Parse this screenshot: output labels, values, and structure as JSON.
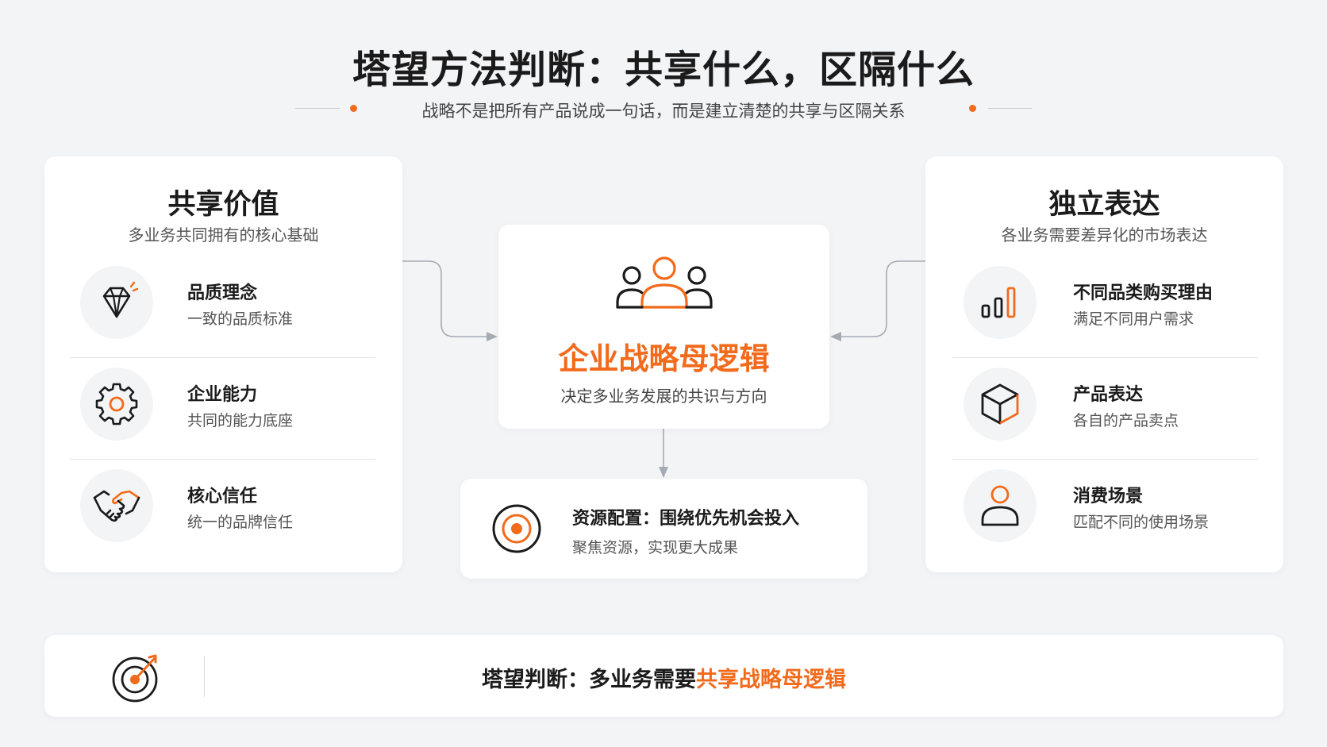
{
  "header": {
    "title": "塔望方法判断：共享什么，区隔什么",
    "subtitle": "战略不是把所有产品说成一句话，而是建立清楚的共享与区隔关系"
  },
  "left_card": {
    "title": "共享价值",
    "subtitle": "多业务共同拥有的核心基础",
    "items": [
      {
        "icon": "diamond-icon",
        "title": "品质理念",
        "desc": "一致的品质标准"
      },
      {
        "icon": "gear-icon",
        "title": "企业能力",
        "desc": "共同的能力底座"
      },
      {
        "icon": "handshake-icon",
        "title": "核心信任",
        "desc": "统一的品牌信任"
      }
    ]
  },
  "center_card": {
    "icon": "people-group-icon",
    "title": "企业战略母逻辑",
    "subtitle": "决定多业务发展的共识与方向"
  },
  "resource_card": {
    "icon": "target-icon",
    "title": "资源配置：围绕优先机会投入",
    "desc": "聚焦资源，实现更大成果"
  },
  "right_card": {
    "title": "独立表达",
    "subtitle": "各业务需要差异化的市场表达",
    "items": [
      {
        "icon": "bar-chart-icon",
        "title": "不同品类购买理由",
        "desc": "满足不同用户需求"
      },
      {
        "icon": "cube-icon",
        "title": "产品表达",
        "desc": "各自的产品卖点"
      },
      {
        "icon": "person-icon",
        "title": "消费场景",
        "desc": "匹配不同的使用场景"
      }
    ]
  },
  "bottom_bar": {
    "icon": "target-arrow-icon",
    "text_prefix": "塔望判断：多业务需要",
    "text_highlight": "共享战略母逻辑"
  },
  "colors": {
    "accent": "#f26a1b",
    "dark": "#1b1b1b",
    "background": "#f3f4f6",
    "card": "#ffffff"
  }
}
